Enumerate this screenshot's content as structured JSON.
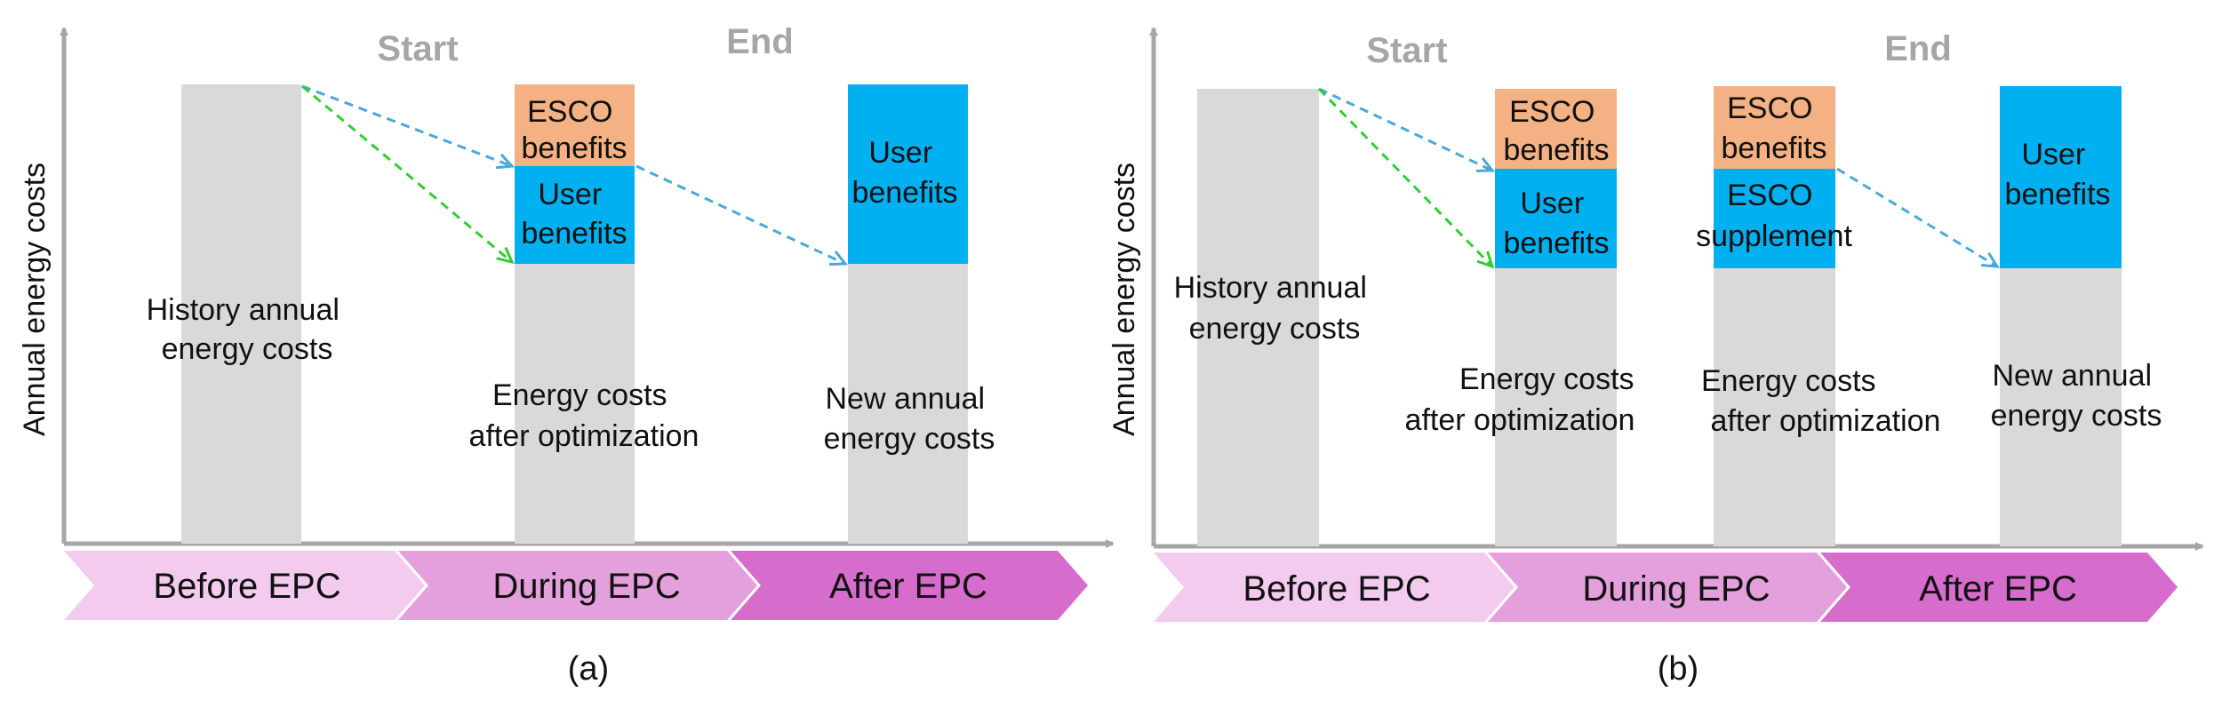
{
  "colors": {
    "grey_bar": "#d9d9d9",
    "esco": "#f4b183",
    "user": "#00b0f0",
    "blue_arrow": "#4aa8d8",
    "green_arrow": "#33cc33",
    "axis": "#a6a6a6",
    "phase_before": "#f2cbee",
    "phase_during": "#e4a0dc",
    "phase_after": "#d66ccb"
  },
  "panel_a": {
    "caption": "(a)",
    "y_label": "Annual energy costs",
    "start_label": "Start",
    "end_label": "End",
    "phases": [
      "Before EPC",
      "During EPC",
      "After EPC"
    ],
    "bar1_lines": [
      "History annual",
      "energy costs"
    ],
    "bar2_esco_lines": [
      "ESCO",
      "benefits"
    ],
    "bar2_user_lines": [
      "User",
      "benefits"
    ],
    "bar2_base_lines": [
      "Energy costs",
      "after optimization"
    ],
    "bar3_user_lines": [
      "User",
      "benefits"
    ],
    "bar3_base_lines": [
      "New annual",
      "energy costs"
    ]
  },
  "panel_b": {
    "caption": "(b)",
    "y_label": "Annual energy costs",
    "start_label": "Start",
    "end_label": "End",
    "phases": [
      "Before EPC",
      "During EPC",
      "After EPC"
    ],
    "bar1_lines": [
      "History annual",
      "energy costs"
    ],
    "bar2_esco_lines": [
      "ESCO",
      "benefits"
    ],
    "bar2_user_lines": [
      "User",
      "benefits"
    ],
    "bar2_base_lines": [
      "Energy costs",
      "after optimization"
    ],
    "bar3_esco_lines": [
      "ESCO",
      "benefits"
    ],
    "bar3_supp_lines": [
      "ESCO",
      "supplement"
    ],
    "bar3_base_lines": [
      "Energy costs",
      "after optimization"
    ],
    "bar4_user_lines": [
      "User",
      "benefits"
    ],
    "bar4_base_lines": [
      "New annual",
      "energy costs"
    ]
  }
}
